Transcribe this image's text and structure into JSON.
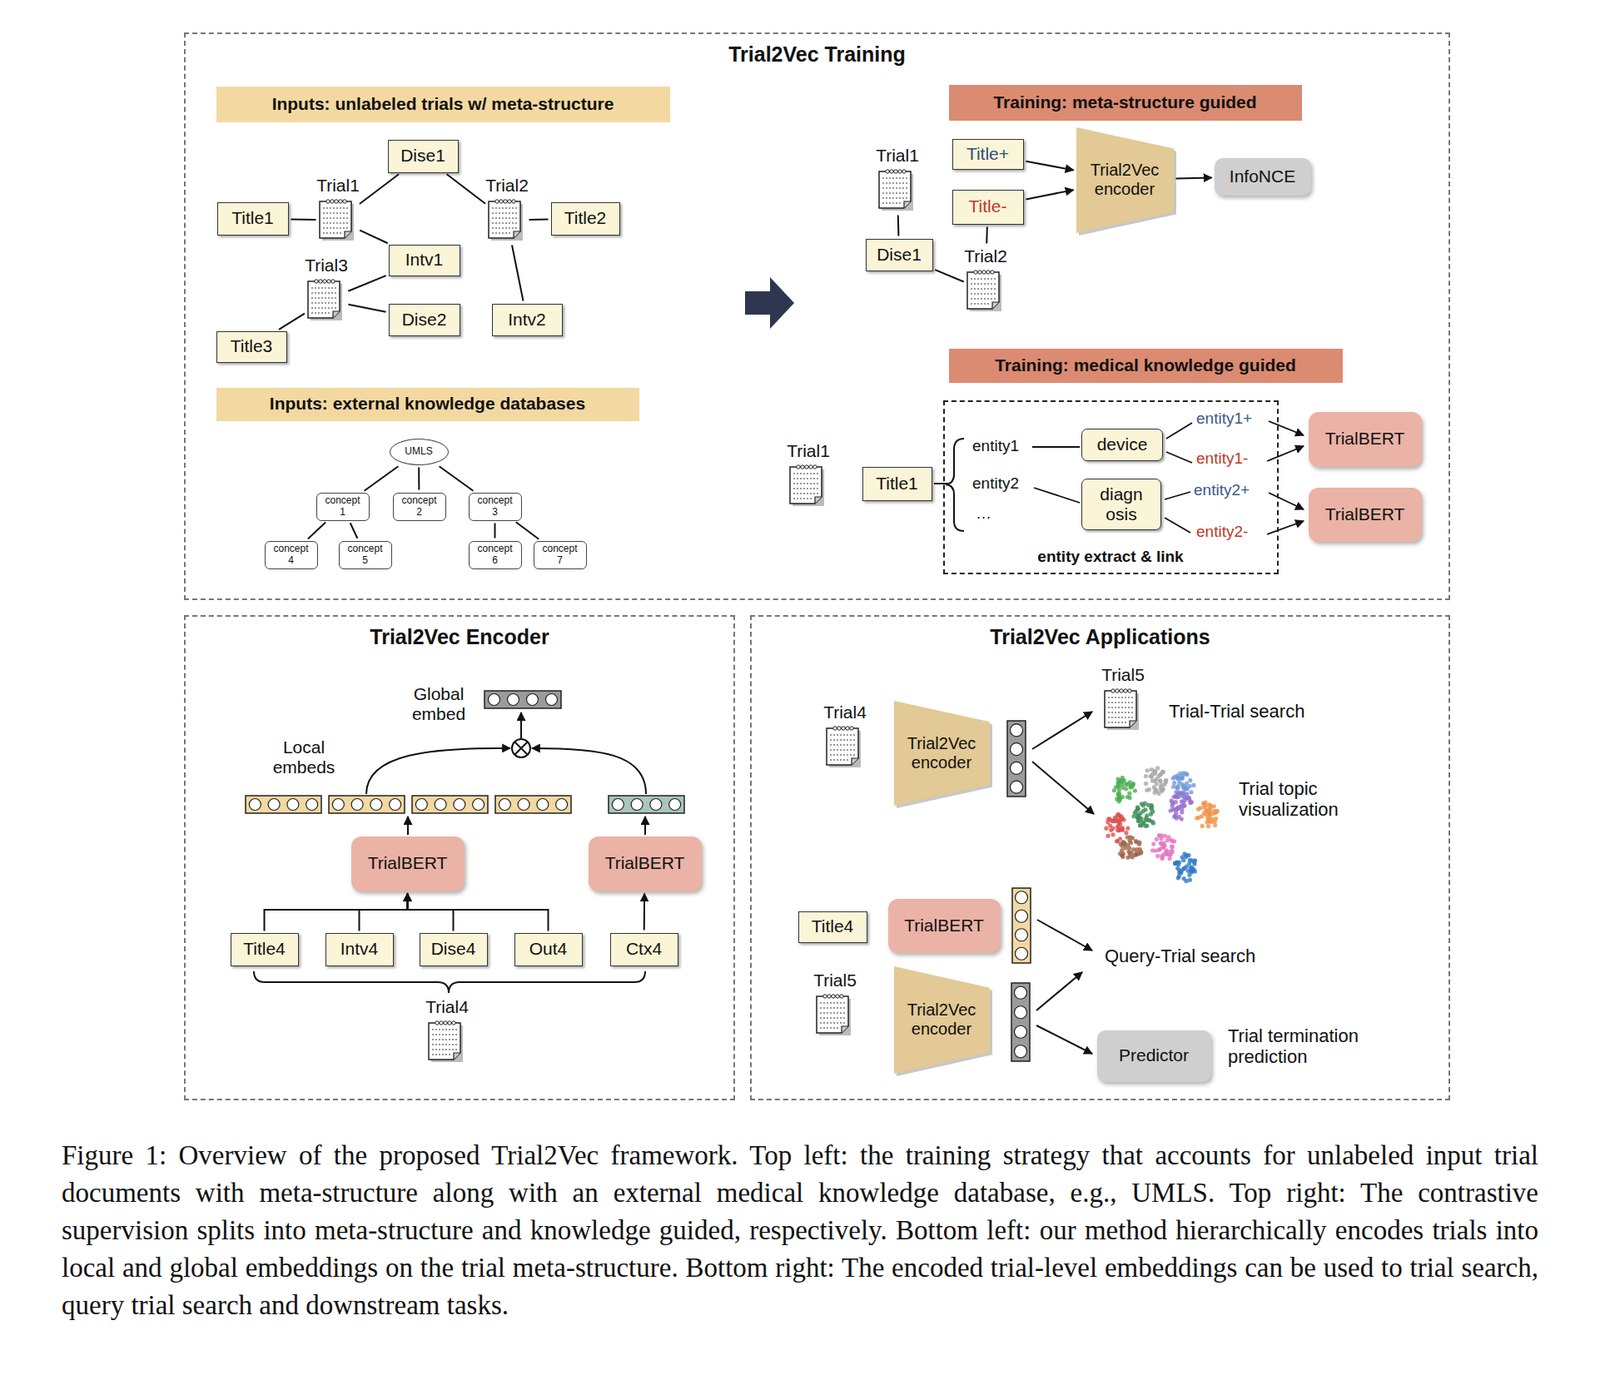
{
  "diagram": {
    "caption": "Figure 1: Overview of the proposed Trial2Vec framework. Top left: the training strategy that accounts for unlabeled input trial documents with meta-structure along with an external medical knowledge database, e.g., UMLS. Top right: The contrastive supervision splits into meta-structure and knowledge guided, respectively. Bottom left: our method hierarchically encodes trials into local and global embeddings on the trial meta-structure. Bottom right: The encoded trial-level embeddings can be used to trial search, query trial search and downstream tasks.",
    "nodes": [
      {
        "text": [
          "Trial2Vec Training"
        ]
      },
      {
        "text": [
          "Inputs: unlabeled trials w/ meta-structure"
        ],
        "in": 0
      },
      {
        "text": [
          "Dise1"
        ],
        "in": 0
      },
      {
        "text": [
          "Trial1"
        ],
        "in": 0
      },
      {
        "text": [
          "Title1"
        ],
        "in": 0
      },
      {
        "text": [
          "Trial2"
        ],
        "in": 0
      },
      {
        "text": [
          "Title2"
        ],
        "in": 0
      },
      {
        "text": [
          "Intv1"
        ],
        "in": 0
      },
      {
        "text": [
          "Trial3"
        ],
        "in": 0
      },
      {
        "text": [
          "Dise2"
        ],
        "in": 0
      },
      {
        "text": [
          "Intv2"
        ],
        "in": 0
      },
      {
        "text": [
          "Title3"
        ],
        "in": 0
      },
      {
        "text": [
          "Inputs: external knowledge databases"
        ],
        "in": 0
      },
      {
        "text": [
          "UMLS"
        ],
        "in": 0
      },
      {
        "text": [
          "concept 1"
        ],
        "in": 0
      },
      {
        "text": [
          "concept 2"
        ],
        "in": 0
      },
      {
        "text": [
          "concept 3"
        ],
        "in": 0
      },
      {
        "text": [
          "concept 4"
        ],
        "in": 0
      },
      {
        "text": [
          "concept 5"
        ],
        "in": 0
      },
      {
        "text": [
          "concept 6"
        ],
        "in": 0
      },
      {
        "text": [
          "concept 7"
        ],
        "in": 0
      },
      {
        "text": [
          "Training: meta-structure guided"
        ],
        "in": 0
      },
      {
        "text": [
          "Trial1"
        ],
        "in": 0
      },
      {
        "text": [
          "Title+"
        ],
        "in": 0
      },
      {
        "text": [
          "Title-"
        ],
        "in": 0
      },
      {
        "text": [
          "Dise1"
        ],
        "in": 0
      },
      {
        "text": [
          "Trial2"
        ],
        "in": 0
      },
      {
        "text": [
          "Trial2Vec encoder"
        ],
        "in": 0
      },
      {
        "text": [
          "InfoNCE"
        ],
        "in": 0
      },
      {
        "text": [
          "Training: medical knowledge guided"
        ],
        "in": 0
      },
      {
        "text": [
          "Trial1"
        ],
        "in": 0
      },
      {
        "text": [
          "Title1"
        ],
        "in": 0
      },
      {
        "text": [
          "entity extract & link"
        ],
        "in": 0
      },
      {
        "text": [
          "device"
        ],
        "in": 32
      },
      {
        "text": [
          "diagn osis"
        ],
        "in": 32
      },
      {
        "text": [
          "TrialBERT"
        ],
        "in": 0
      },
      {
        "text": [
          "TrialBERT"
        ],
        "in": 0
      },
      {
        "text": [
          "Trial2Vec Encoder"
        ]
      },
      {
        "text": [
          "TrialBERT"
        ],
        "in": 37
      },
      {
        "text": [
          "TrialBERT"
        ],
        "in": 37
      },
      {
        "text": [
          "Title4"
        ],
        "in": 37
      },
      {
        "text": [
          "Intv4"
        ],
        "in": 37
      },
      {
        "text": [
          "Dise4"
        ],
        "in": 37
      },
      {
        "text": [
          "Out4"
        ],
        "in": 37
      },
      {
        "text": [
          "Ctx4"
        ],
        "in": 37
      },
      {
        "text": [
          "Trial4"
        ],
        "in": 37
      },
      {
        "text": [
          "Trial2Vec Applications"
        ]
      },
      {
        "text": [
          "Trial4"
        ],
        "in": 46
      },
      {
        "text": [
          "Trial2Vec encoder"
        ],
        "in": 46
      },
      {
        "text": [
          "Trial5"
        ],
        "in": 46
      },
      {
        "text": [
          "Title4"
        ],
        "in": 46
      },
      {
        "text": [
          "TrialBERT"
        ],
        "in": 46
      },
      {
        "text": [
          "Trial5"
        ],
        "in": 46
      },
      {
        "text": [
          "Trial2Vec encoder"
        ],
        "in": 46
      },
      {
        "text": [
          "Predictor"
        ],
        "in": 46
      }
    ],
    "edges": [
      {
        "from": 4,
        "to": 3,
        "arrow": "none"
      },
      {
        "from": 3,
        "to": 2,
        "arrow": "none"
      },
      {
        "from": 3,
        "to": 7,
        "arrow": "none"
      },
      {
        "from": 2,
        "to": 5,
        "arrow": "none"
      },
      {
        "from": 5,
        "to": 6,
        "arrow": "none"
      },
      {
        "from": 5,
        "to": 10,
        "arrow": "none"
      },
      {
        "from": 8,
        "to": 7,
        "arrow": "none"
      },
      {
        "from": 8,
        "to": 9,
        "arrow": "none"
      },
      {
        "from": 8,
        "to": 11,
        "arrow": "none"
      },
      {
        "from": 13,
        "to": 14,
        "arrow": "none"
      },
      {
        "from": 13,
        "to": 15,
        "arrow": "none"
      },
      {
        "from": 13,
        "to": 16,
        "arrow": "none"
      },
      {
        "from": 14,
        "to": 17,
        "arrow": "none"
      },
      {
        "from": 14,
        "to": 18,
        "arrow": "none"
      },
      {
        "from": 16,
        "to": 19,
        "arrow": "none"
      },
      {
        "from": 16,
        "to": 20,
        "arrow": "none"
      },
      {
        "from": 23,
        "to": 27,
        "arrow": "to"
      },
      {
        "from": 24,
        "to": 27,
        "arrow": "to"
      },
      {
        "from": 27,
        "to": 28,
        "arrow": "to"
      },
      {
        "from": 22,
        "to": 25,
        "arrow": "none"
      },
      {
        "from": 25,
        "to": 26,
        "arrow": "none"
      },
      {
        "from": 24,
        "to": 26,
        "arrow": "none"
      },
      {
        "from": 40,
        "to": 38,
        "arrow": "to"
      },
      {
        "from": 41,
        "to": 38,
        "arrow": "to"
      },
      {
        "from": 42,
        "to": 38,
        "arrow": "to"
      },
      {
        "from": 43,
        "to": 38,
        "arrow": "to"
      },
      {
        "from": 44,
        "to": 39,
        "arrow": "to"
      }
    ],
    "labels": [
      "entity1",
      "entity1+",
      "entity1-",
      "entity2",
      "entity2+",
      "entity2-",
      "…",
      "Global embed",
      "Local embeds",
      "Trial-Trial search",
      "Trial topic visualization",
      "Query-Trial search",
      "Trial termination prediction"
    ]
  }
}
